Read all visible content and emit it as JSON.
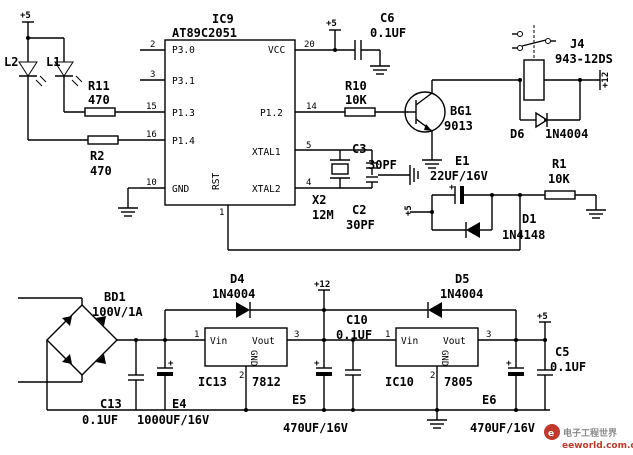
{
  "ic9": {
    "ref": "IC9",
    "part": "AT89C2051",
    "pins_left": [
      "P3.0",
      "P3.1",
      "P1.3",
      "P1.4",
      "GND"
    ],
    "pins_left_num": [
      "2",
      "3",
      "15",
      "16",
      "10"
    ],
    "pins_right": [
      "VCC",
      "P1.2",
      "XTAL1",
      "XTAL2"
    ],
    "pins_right_num": [
      "20",
      "14",
      "5",
      "4"
    ],
    "rst": "RST",
    "rst_num": "1"
  },
  "supply": {
    "plus5": "+5",
    "plus12": "+12"
  },
  "leds": {
    "l2": "L2",
    "l1": "L1"
  },
  "r11": {
    "ref": "R11",
    "value": "470"
  },
  "r2": {
    "ref": "R2",
    "value": "470"
  },
  "c6": {
    "ref": "C6",
    "value": "0.1UF"
  },
  "r10": {
    "ref": "R10",
    "value": "10K"
  },
  "bg1": {
    "ref": "BG1",
    "value": "9013"
  },
  "j4": {
    "ref": "J4",
    "value": "943-12DS"
  },
  "d6": {
    "ref": "D6",
    "value": "1N4004"
  },
  "c3": {
    "ref": "C3",
    "value": "30PF"
  },
  "x2": {
    "ref": "X2",
    "value": "12M"
  },
  "c2": {
    "ref": "C2",
    "value": "30PF"
  },
  "e1": {
    "ref": "E1",
    "value": "22UF/16V"
  },
  "r1": {
    "ref": "R1",
    "value": "10K"
  },
  "d1": {
    "ref": "D1",
    "value": "1N4148"
  },
  "bd1": {
    "ref": "BD1",
    "value": "100V/1A"
  },
  "d4": {
    "ref": "D4",
    "value": "1N4004"
  },
  "d5": {
    "ref": "D5",
    "value": "1N4004"
  },
  "c10": {
    "ref": "C10",
    "value": "0.1UF"
  },
  "c5": {
    "ref": "C5",
    "value": "0.1UF"
  },
  "c13": {
    "ref": "C13",
    "value": "0.1UF"
  },
  "e4": {
    "ref": "E4",
    "value": "1000UF/16V"
  },
  "e5": {
    "ref": "E5",
    "value": "470UF/16V"
  },
  "e6": {
    "ref": "E6",
    "value": "470UF/16V"
  },
  "ic13": {
    "ref": "IC13",
    "part": "7812",
    "vin": "Vin",
    "vout": "Vout",
    "gnd": "GND",
    "p1": "1",
    "p2": "2",
    "p3": "3"
  },
  "ic10": {
    "ref": "IC10",
    "part": "7805",
    "vin": "Vin",
    "vout": "Vout",
    "gnd": "GND",
    "p1": "1",
    "p2": "2",
    "p3": "3"
  },
  "watermark": {
    "cn": "电子工程世界",
    "url": "eeworld.com.cn"
  },
  "colors": {
    "ink": "#000000",
    "watermark_red": "#c0392b",
    "watermark_gray": "#8a8a8a"
  }
}
